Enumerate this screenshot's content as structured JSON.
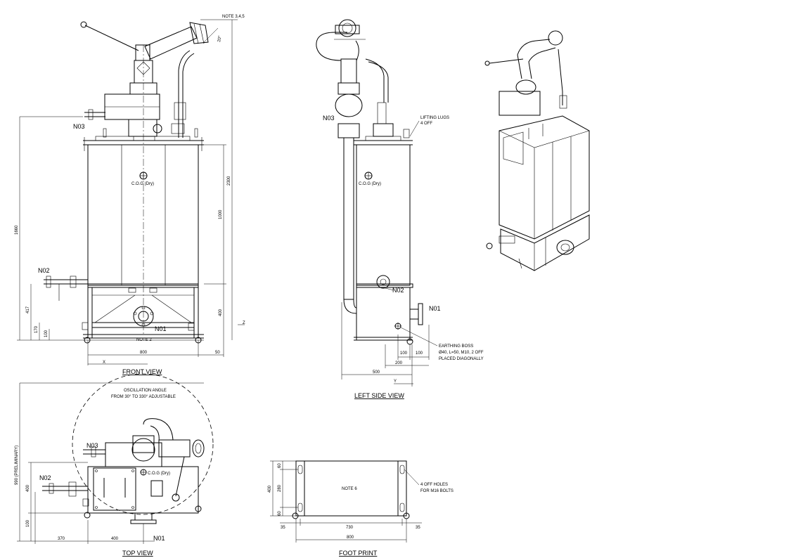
{
  "views": {
    "front": "FRONT VIEW",
    "left_side": "LEFT SIDE VIEW",
    "top": "TOP VIEW",
    "foot_print": "FOOT PRINT"
  },
  "notes": {
    "note_345": "NOTE 3,4,5",
    "note_2": "NOTE 2",
    "note_6": "NOTE 6",
    "lifting_lugs_1": "LIFTING LUGS",
    "lifting_lugs_2": "4 OFF",
    "earthing_1": "EARTHING BOSS",
    "earthing_2": "Ø40, L=50, M10, 2 OFF",
    "earthing_3": "PLACED DIAGONALLY",
    "oscillation_1": "OSCILLATION ANGLE",
    "oscillation_2": "FROM 30° TO 330° ADJUSTABLE",
    "holes_1": "4 OFF HOLES",
    "holes_2": "FOR M16 BOLTS"
  },
  "nozzles": {
    "n01": "N01",
    "n02": "N02",
    "n03": "N03"
  },
  "cog_label": "C.O.G (Dry)",
  "axes": {
    "x": "X",
    "y": "Y",
    "z": "Z"
  },
  "front_dims": {
    "d1660": "1660",
    "d2300": "2300",
    "d1000": "1000",
    "d417": "417",
    "d400": "400",
    "d170": "170",
    "d100": "100",
    "d800": "800",
    "d50": "50",
    "d20": "20°"
  },
  "side_dims": {
    "d100a": "100",
    "d100b": "100",
    "d200": "200",
    "d500": "500"
  },
  "top_dims": {
    "d990": "990 (PRELIMINARY)",
    "d400v": "400",
    "d100v": "100",
    "d370": "370",
    "d400h": "400"
  },
  "foot_dims": {
    "d400": "400",
    "d60a": "60",
    "d280": "280",
    "d60b": "60",
    "d35a": "35",
    "d730": "730",
    "d35b": "35",
    "d800": "800"
  }
}
